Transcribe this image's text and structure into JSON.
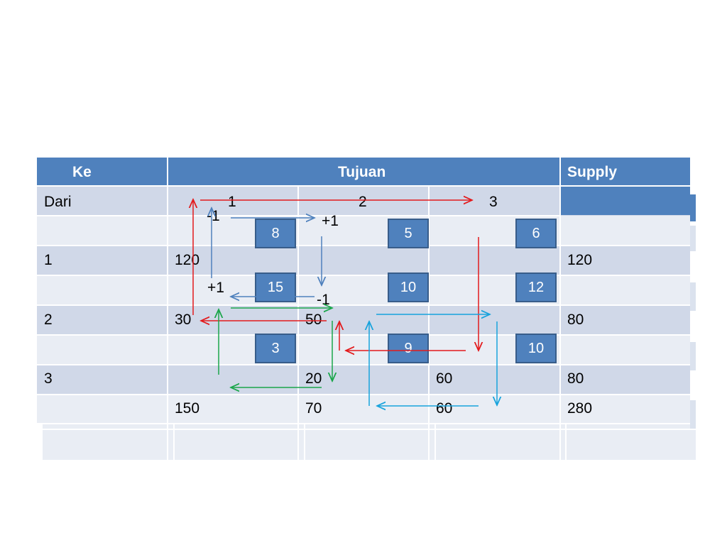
{
  "table": {
    "header": {
      "ke": "Ke",
      "tujuan": "Tujuan",
      "supply": "Supply"
    },
    "dari_label": "Dari",
    "destinations": [
      "1",
      "2",
      "3"
    ],
    "rows": [
      {
        "source": "1",
        "costs": [
          "8",
          "5",
          "6"
        ],
        "alloc": [
          "120",
          "",
          ""
        ],
        "supply": "120"
      },
      {
        "source": "2",
        "costs": [
          "15",
          "10",
          "12"
        ],
        "alloc": [
          "30",
          "50",
          ""
        ],
        "supply": "80"
      },
      {
        "source": "3",
        "costs": [
          "3",
          "9",
          "10"
        ],
        "alloc": [
          "",
          "20",
          "60"
        ],
        "supply": "80"
      }
    ],
    "demand": [
      "150",
      "70",
      "60"
    ],
    "total": "280"
  },
  "loop_marks": {
    "minus_a": "-1",
    "plus_a": "+1",
    "plus_b": "+1",
    "minus_b": "-1"
  },
  "colors": {
    "header": "#4f81bd",
    "row_dark": "#d0d8e8",
    "row_light": "#e9edf4",
    "cost_box": "#4f81bd",
    "arrow_red": "#e31a1c",
    "arrow_blue": "#4f81bd",
    "arrow_green": "#1aa64a",
    "arrow_cyan": "#17a3dc"
  }
}
